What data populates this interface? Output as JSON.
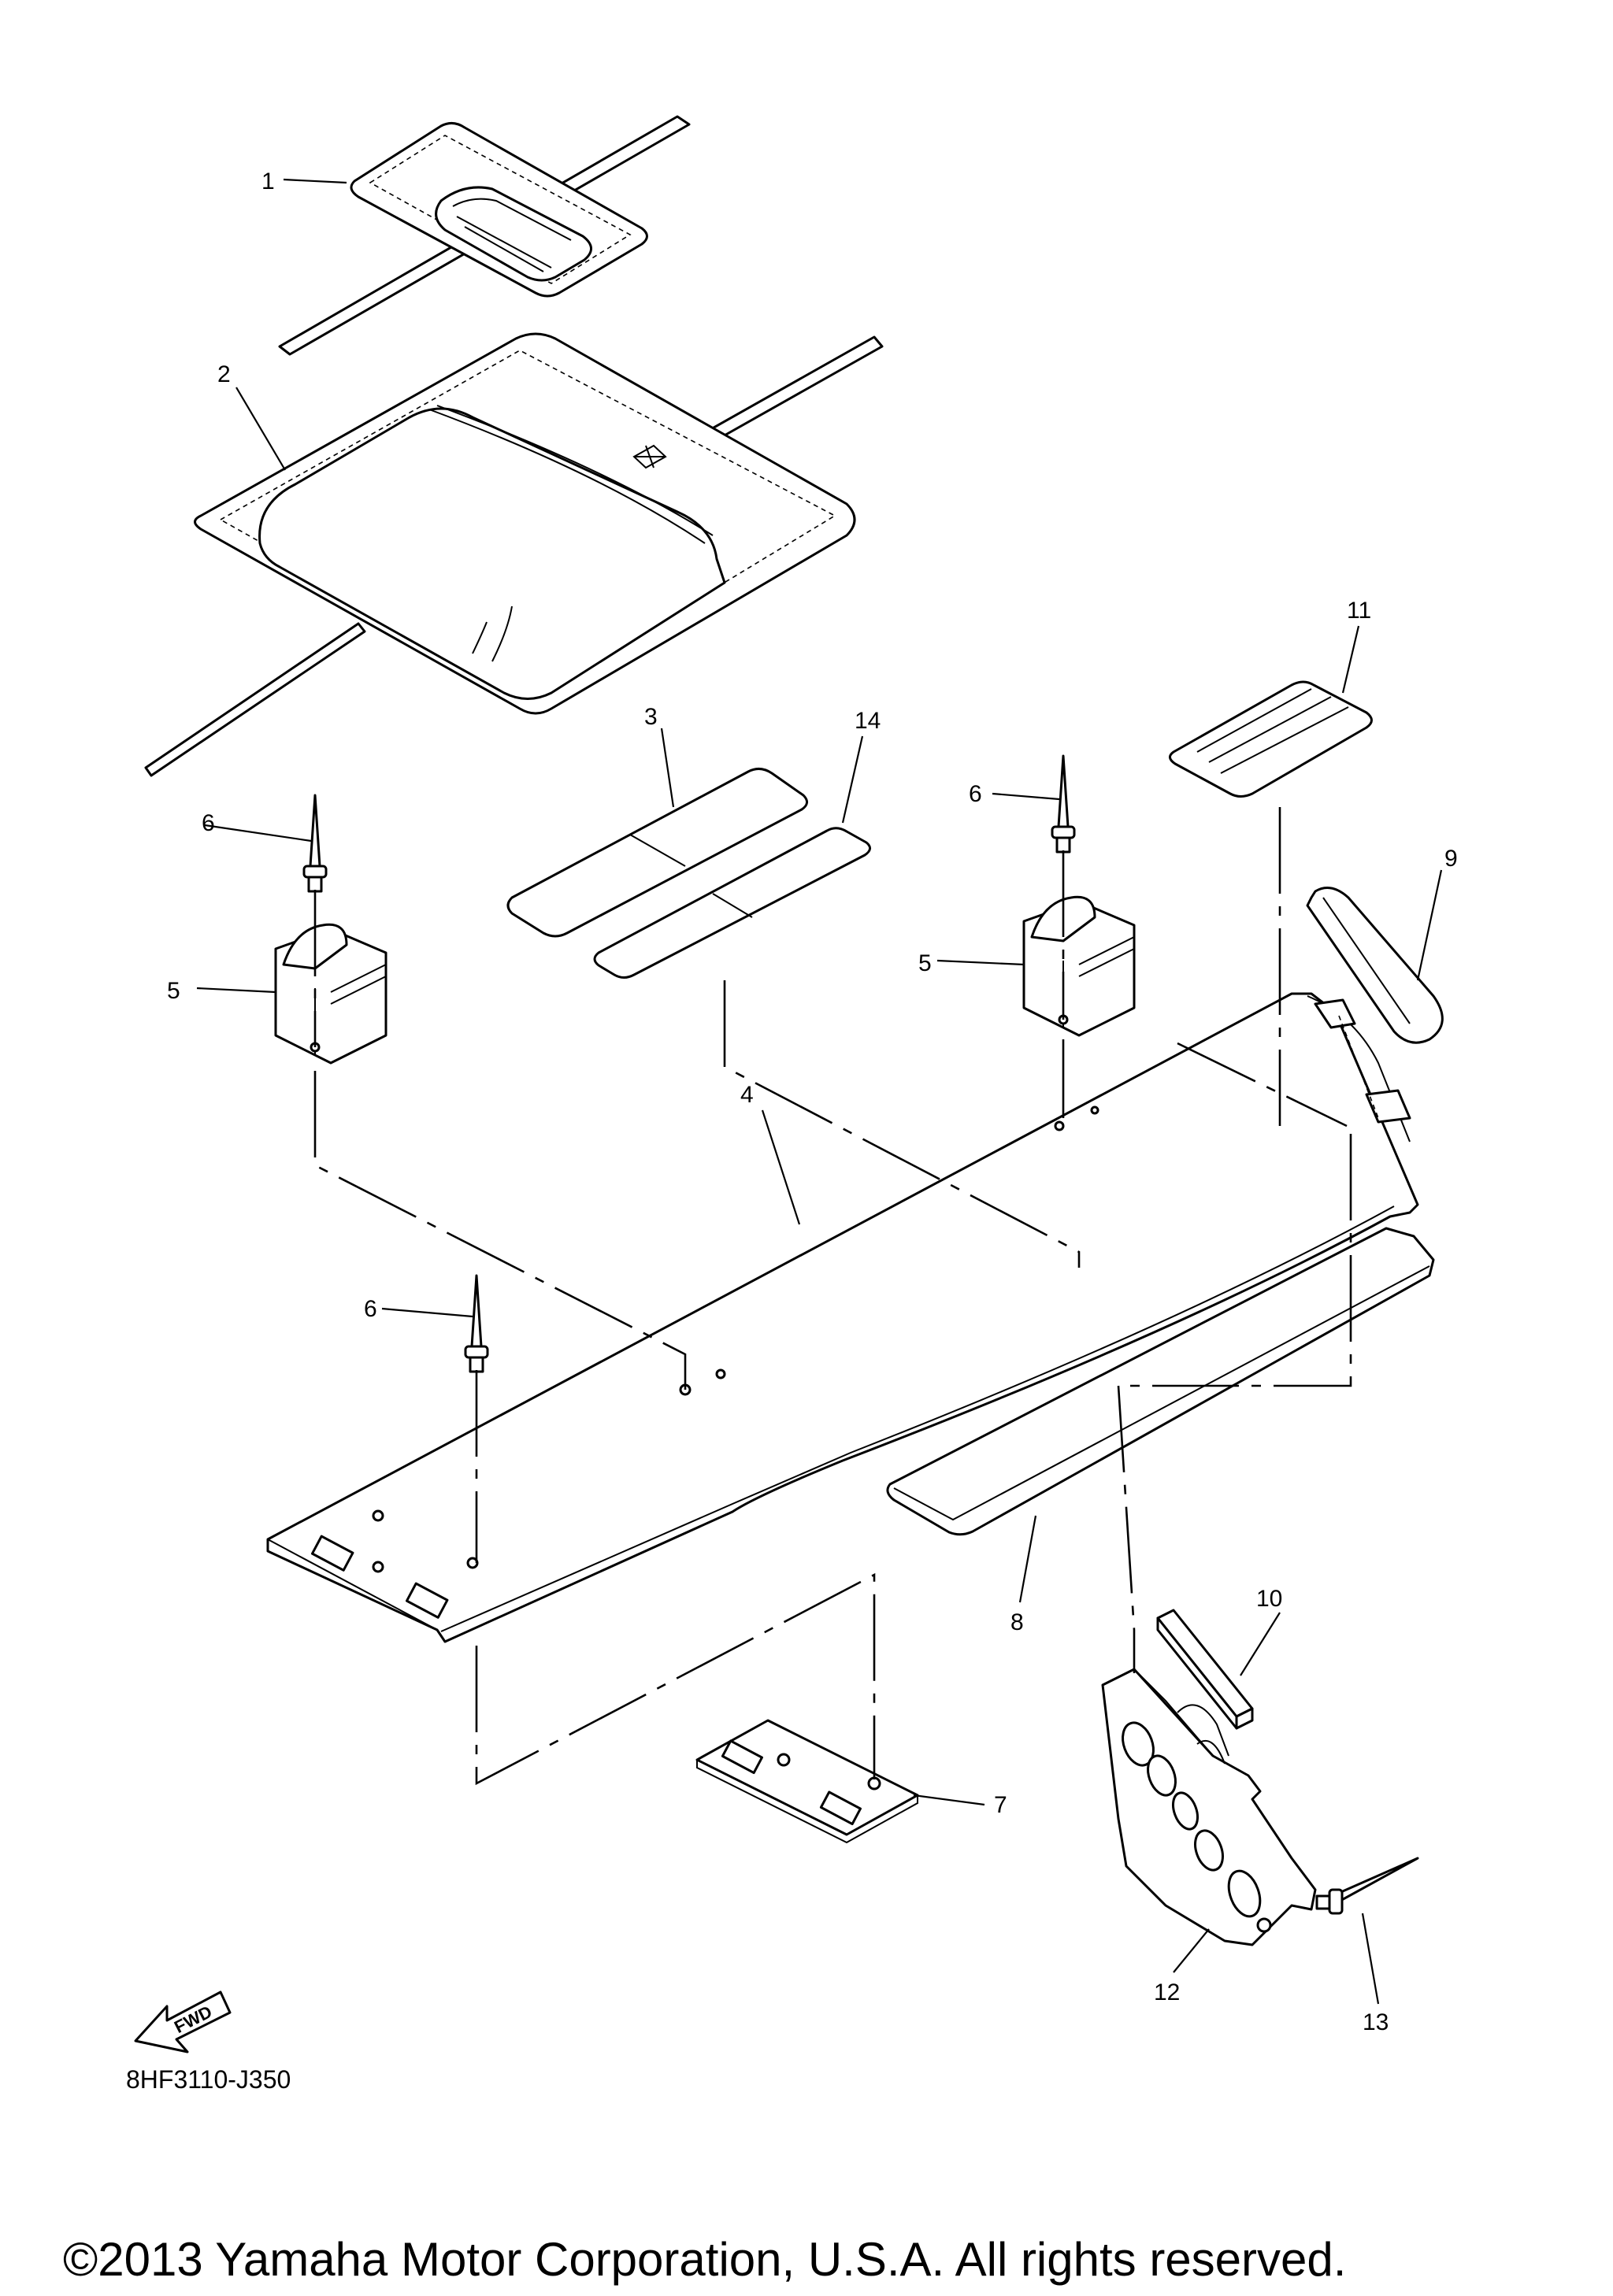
{
  "callouts": {
    "c1": "1",
    "c2": "2",
    "c3": "3",
    "c4": "4",
    "c5a": "5",
    "c5b": "5",
    "c6a": "6",
    "c6b": "6",
    "c6c": "6",
    "c7": "7",
    "c8": "8",
    "c9": "9",
    "c10": "10",
    "c11": "11",
    "c12": "12",
    "c13": "13",
    "c14": "14"
  },
  "fwd_label": "FWD",
  "diagram_code": "8HF3110-J350",
  "copyright": "©2013 Yamaha Motor Corporation, U.S.A. All rights reserved."
}
